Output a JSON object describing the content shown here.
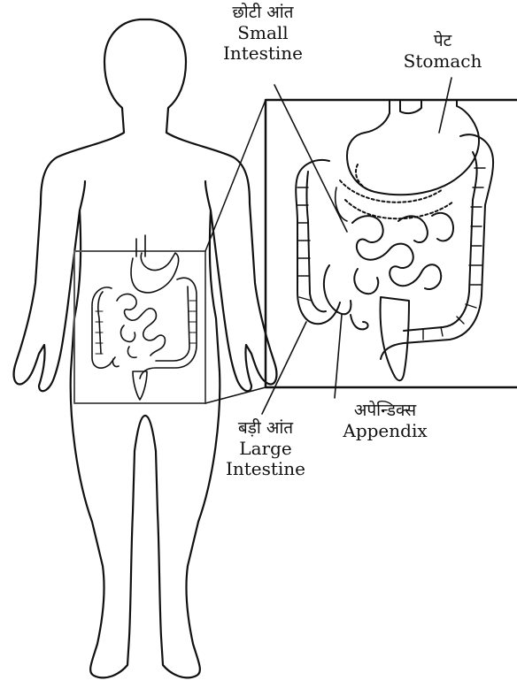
{
  "labels": {
    "small_intestine": {
      "hindi": "छोटी आंत",
      "line1": "Small",
      "line2": "Intestine"
    },
    "stomach": {
      "hindi": "पेट",
      "english": "Stomach"
    },
    "large_intestine": {
      "hindi": "बड़ी आंत",
      "line1": "Large",
      "line2": "Intestine"
    },
    "appendix": {
      "hindi": "अपेन्डिक्स",
      "english": "Appendix"
    }
  },
  "colors": {
    "stroke": "#111111",
    "background": "#ffffff",
    "box_small": "#555555"
  }
}
